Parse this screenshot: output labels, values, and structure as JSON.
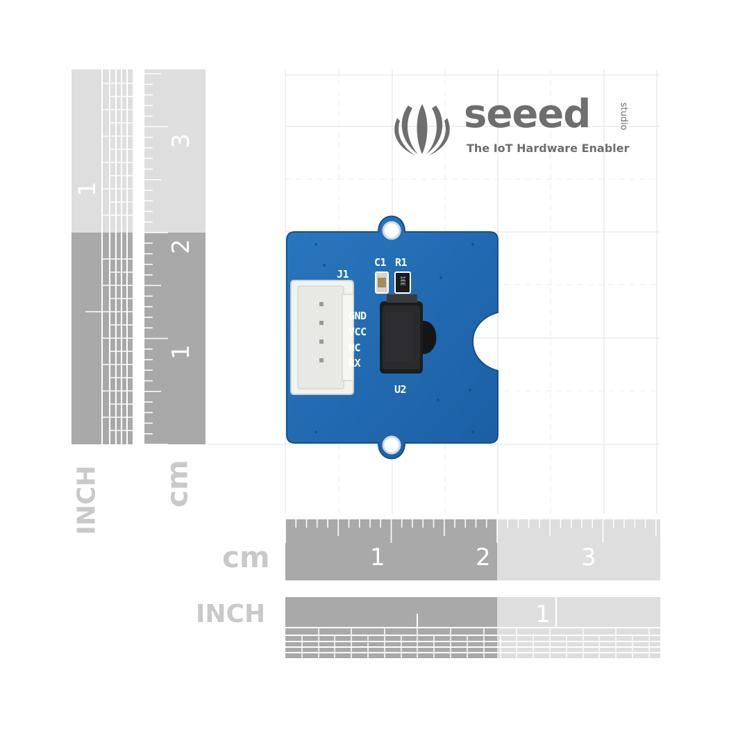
{
  "logo": {
    "brand": "seeed",
    "studio": "studio",
    "tagline": "The IoT Hardware Enabler"
  },
  "rulers": {
    "inch_label": "INCH",
    "cm_label": "cm",
    "vertical_cm_numbers": [
      "3",
      "2",
      "1"
    ],
    "vertical_inch_number": "1",
    "horizontal_cm_numbers": [
      "1",
      "2",
      "3"
    ],
    "horizontal_inch_number": "1"
  },
  "board": {
    "connector_ref": "J1",
    "pins": [
      "GND",
      "VCC",
      "NC",
      "RX"
    ],
    "capacitor_ref": "C1",
    "resistor_ref": "R1",
    "resistor_marking": "1EE",
    "receiver_ref": "U2"
  },
  "colors": {
    "pcb_blue": "#1f66ad",
    "connector_white": "#f2f2ef",
    "ruler_dark": "#a9a9a9",
    "ruler_light": "#dedede",
    "logo_gray": "#6e6e6e"
  }
}
